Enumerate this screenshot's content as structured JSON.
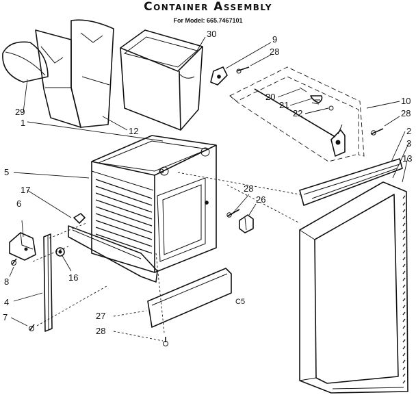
{
  "title": "Container Assembly",
  "model": "For Model: 665.7467101",
  "code": "C5",
  "callouts": {
    "p29": "29",
    "p1": "1",
    "p12": "12",
    "p30": "30",
    "p9": "9",
    "p28a": "28",
    "p10": "10",
    "p28b": "28",
    "p20": "20",
    "p21": "21",
    "p22": "22",
    "p2": "2",
    "p3": "3",
    "p13": "13",
    "p5": "5",
    "p17": "17",
    "p6": "6",
    "p28c": "28",
    "p26": "26",
    "p8": "8",
    "p16": "16",
    "p4": "4",
    "p7": "7",
    "p27": "27",
    "p28d": "28"
  }
}
